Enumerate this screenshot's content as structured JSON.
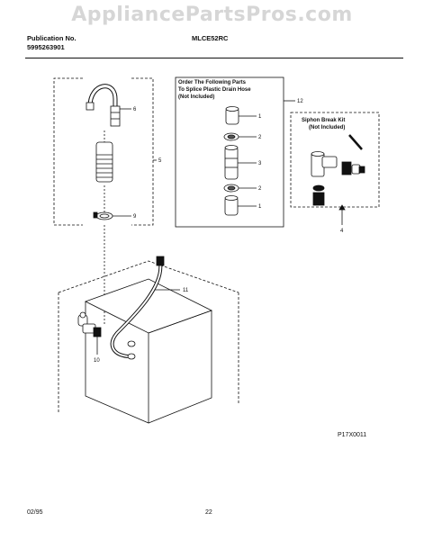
{
  "watermark": "AppliancePartsPros.com",
  "header": {
    "publication_label": "Publication No.",
    "publication_number": "5995263901",
    "model": "MLCE52RC"
  },
  "diagram": {
    "order_box": {
      "title_lines": [
        "Order The Following Parts",
        "To Splice Plastic Drain Hose",
        "(Not Included)"
      ]
    },
    "siphon_box": {
      "title_lines": [
        "Siphon Break Kit",
        "(Not Included)"
      ]
    },
    "callouts": {
      "c6": "6",
      "c5": "5",
      "c9": "9",
      "c1a": "1",
      "c2a": "2",
      "c3": "3",
      "c2b": "2",
      "c1b": "1",
      "c12": "12",
      "c4": "4",
      "c11": "11",
      "c10": "10"
    },
    "drawing_code": "P17X0011"
  },
  "footer": {
    "date": "02/95",
    "page": "22"
  }
}
